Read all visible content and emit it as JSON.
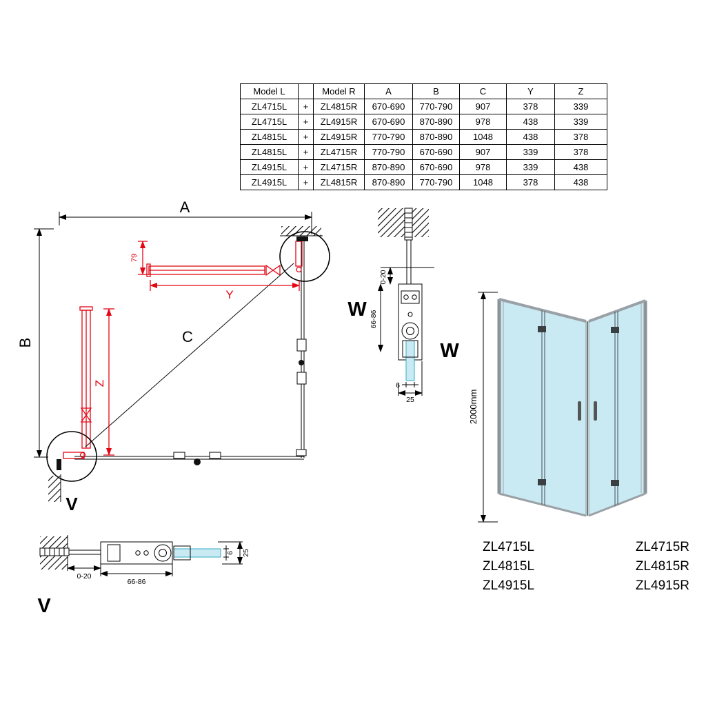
{
  "table": {
    "headers": [
      "Model L",
      "",
      "Model R",
      "A",
      "B",
      "C",
      "Y",
      "Z"
    ],
    "rows": [
      [
        "ZL4715L",
        "+",
        "ZL4815R",
        "670-690",
        "770-790",
        "907",
        "378",
        "339"
      ],
      [
        "ZL4715L",
        "+",
        "ZL4915R",
        "670-690",
        "870-890",
        "978",
        "438",
        "339"
      ],
      [
        "ZL4815L",
        "+",
        "ZL4915R",
        "770-790",
        "870-890",
        "1048",
        "438",
        "378"
      ],
      [
        "ZL4815L",
        "+",
        "ZL4715R",
        "770-790",
        "670-690",
        "907",
        "339",
        "378"
      ],
      [
        "ZL4915L",
        "+",
        "ZL4715R",
        "870-890",
        "670-690",
        "978",
        "339",
        "438"
      ],
      [
        "ZL4915L",
        "+",
        "ZL4815R",
        "870-890",
        "770-790",
        "1048",
        "378",
        "438"
      ]
    ]
  },
  "plan": {
    "dim_a": "A",
    "dim_b": "B",
    "dim_c": "C",
    "dim_y": "Y",
    "dim_z": "Z",
    "dim_79": "79",
    "detail_v_label": "V"
  },
  "section_w": {
    "label_left": "W",
    "label_right": "W",
    "dim_adjust": "0-20",
    "dim_profile": "66-86",
    "dim_glass": "6",
    "dim_depth": "25"
  },
  "section_v": {
    "label": "V",
    "dim_adjust": "0-20",
    "dim_profile": "66-86",
    "dim_glass": "6",
    "dim_depth": "25"
  },
  "perspective": {
    "height_dim": "2000mm",
    "models_left": [
      "ZL4715L",
      "ZL4815L",
      "ZL4915L"
    ],
    "models_right": [
      "ZL4715R",
      "ZL4815R",
      "ZL4915R"
    ]
  },
  "colors": {
    "red": "#e30613",
    "glass": "#c9e9f3",
    "line": "#000000"
  }
}
